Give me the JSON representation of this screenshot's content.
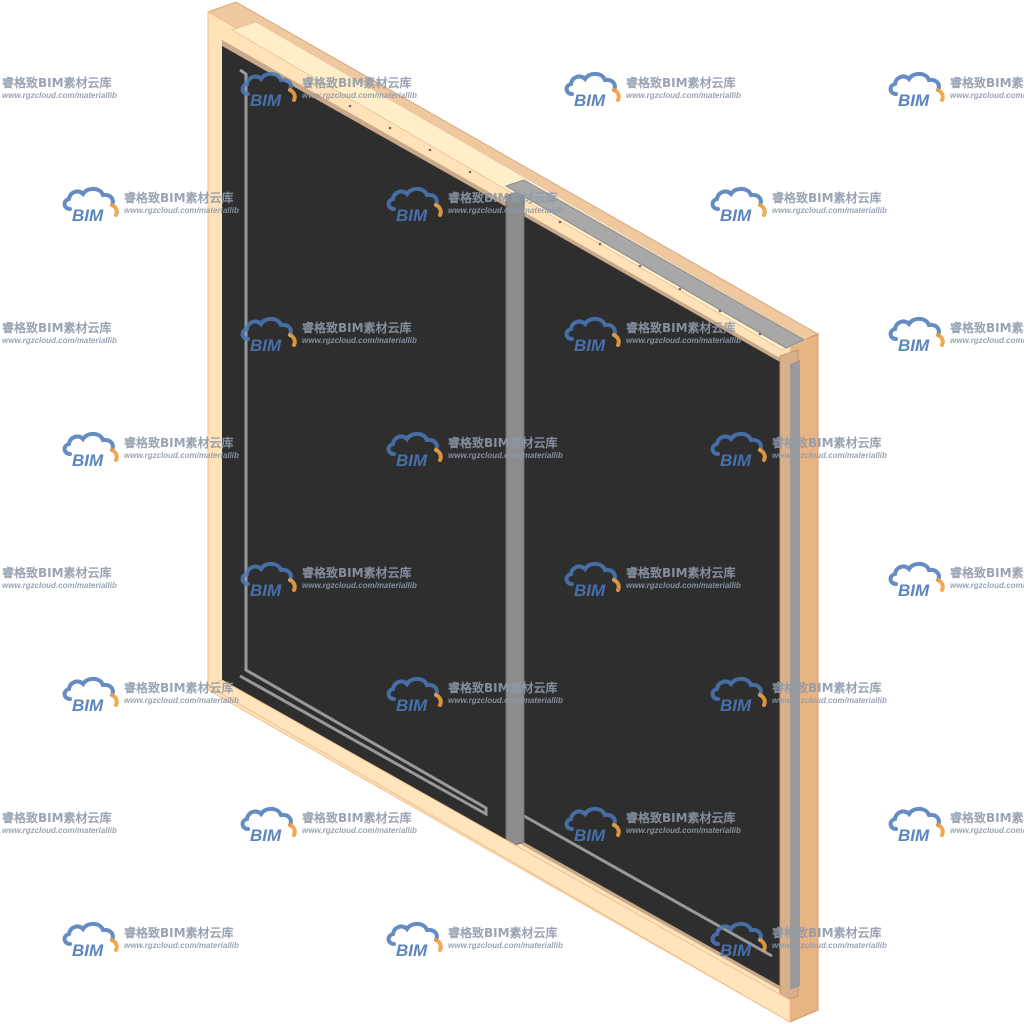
{
  "watermark": {
    "logo_text": "BIM",
    "brand_text": "睿格致BIM素材云库",
    "url_text": "www.rgzcloud.com/materiallib",
    "logo_blue": "#4a78b8",
    "logo_orange": "#f0a040",
    "text_color": "#8e9aab"
  },
  "window": {
    "frame_color": "#ffe2b8",
    "frame_edge_color": "#f4c890",
    "glass_color": "#2e2e2e",
    "mullion_color": "#8c8c8c",
    "sash_color": "#a8a8a8"
  }
}
